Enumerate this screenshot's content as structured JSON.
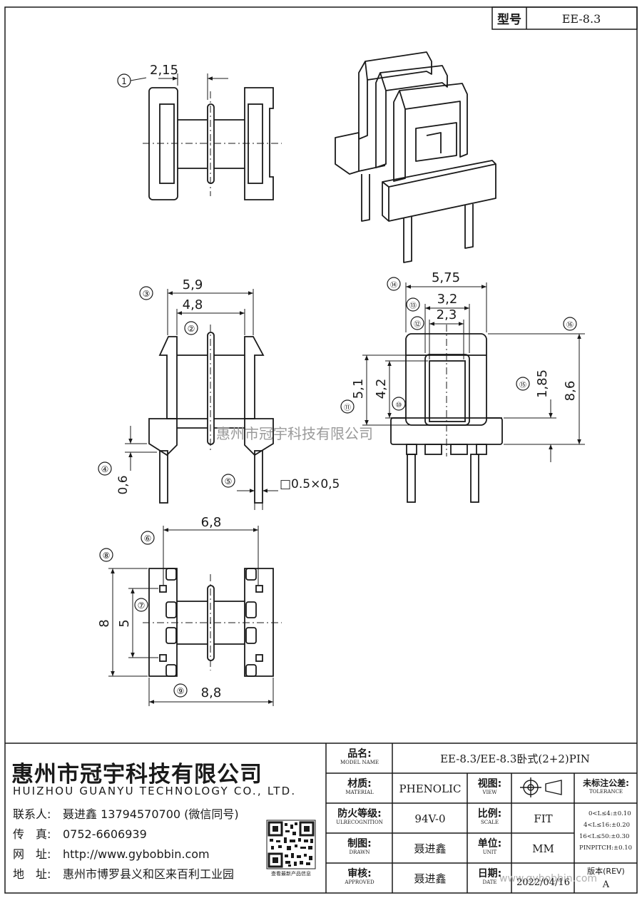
{
  "header": {
    "model_label": "型号",
    "model_value": "EE-8.3"
  },
  "dimensions": {
    "d1": "2,15",
    "d2_outer": "5,9",
    "d2_inner": "4,8",
    "pin_length": "0,6",
    "pin_size": "□0.5×0,5",
    "pin_span": "6,8",
    "height_total": "8",
    "pin_pitch": "5",
    "width_total": "8,8",
    "side_width": "5,75",
    "side_inner1": "3,2",
    "side_inner2": "2,3",
    "side_h1": "5,1",
    "side_h2": "4,2",
    "side_h3": "1,85",
    "side_h4": "8,6"
  },
  "balloons": [
    "①",
    "②",
    "③",
    "④",
    "⑤",
    "⑥",
    "⑦",
    "⑧",
    "⑨",
    "⑩",
    "⑪",
    "⑫",
    "⑬",
    "⑭",
    "⑮",
    "⑯"
  ],
  "watermark": "惠州市冠宇科技有限公司",
  "watermark_url": "www.gybobbin.com",
  "company": {
    "name_zh": "惠州市冠宇科技有限公司",
    "name_en": "HUIZHOU GUANYU TECHNOLOGY CO., LTD.",
    "contact_label": "联系人:",
    "contact_value": "聂进鑫 13794570700 (微信同号)",
    "fax_label": "传　真:",
    "fax_value": "0752-6606939",
    "web_label": "网　址:",
    "web_value": "http://www.gybobbin.com",
    "addr_label": "地　址:",
    "addr_value": "惠州市博罗县义和区来百利工业园",
    "qr_caption": "查看最新产品信息"
  },
  "titleblock": {
    "name_label_zh": "品名:",
    "name_label_en": "MODEL NAME",
    "name_value": "EE-8.3/EE-8.3卧式(2+2)PIN",
    "material_label_zh": "材质:",
    "material_label_en": "MATERIAL",
    "material_value": "PHENOLIC",
    "view_label_zh": "视图:",
    "view_label_en": "VIEW",
    "tolerance_label_zh": "未标注公差:",
    "tolerance_label_en": "TOLERANCE",
    "tolerances": [
      "0<L≤4:±0.10",
      "4<L≤16:±0.20",
      "16<L≤50:±0.30",
      "PINPITCH:±0.10"
    ],
    "fire_label_zh": "防火等级:",
    "fire_label_en": "ULRECOGNITION",
    "fire_value": "94V-0",
    "scale_label_zh": "比例:",
    "scale_label_en": "SCALE",
    "scale_value": "FIT",
    "drawn_label_zh": "制图:",
    "drawn_label_en": "DRAWN",
    "drawn_value": "聂进鑫",
    "unit_label_zh": "单位:",
    "unit_label_en": "UNIT",
    "unit_value": "MM",
    "approved_label_zh": "审核:",
    "approved_label_en": "APPROVED",
    "approved_value": "聂进鑫",
    "date_label_zh": "日期:",
    "date_label_en": "DATE",
    "date_value": "2022/04/16",
    "rev_label": "版本(REV)",
    "rev_value": "A"
  }
}
